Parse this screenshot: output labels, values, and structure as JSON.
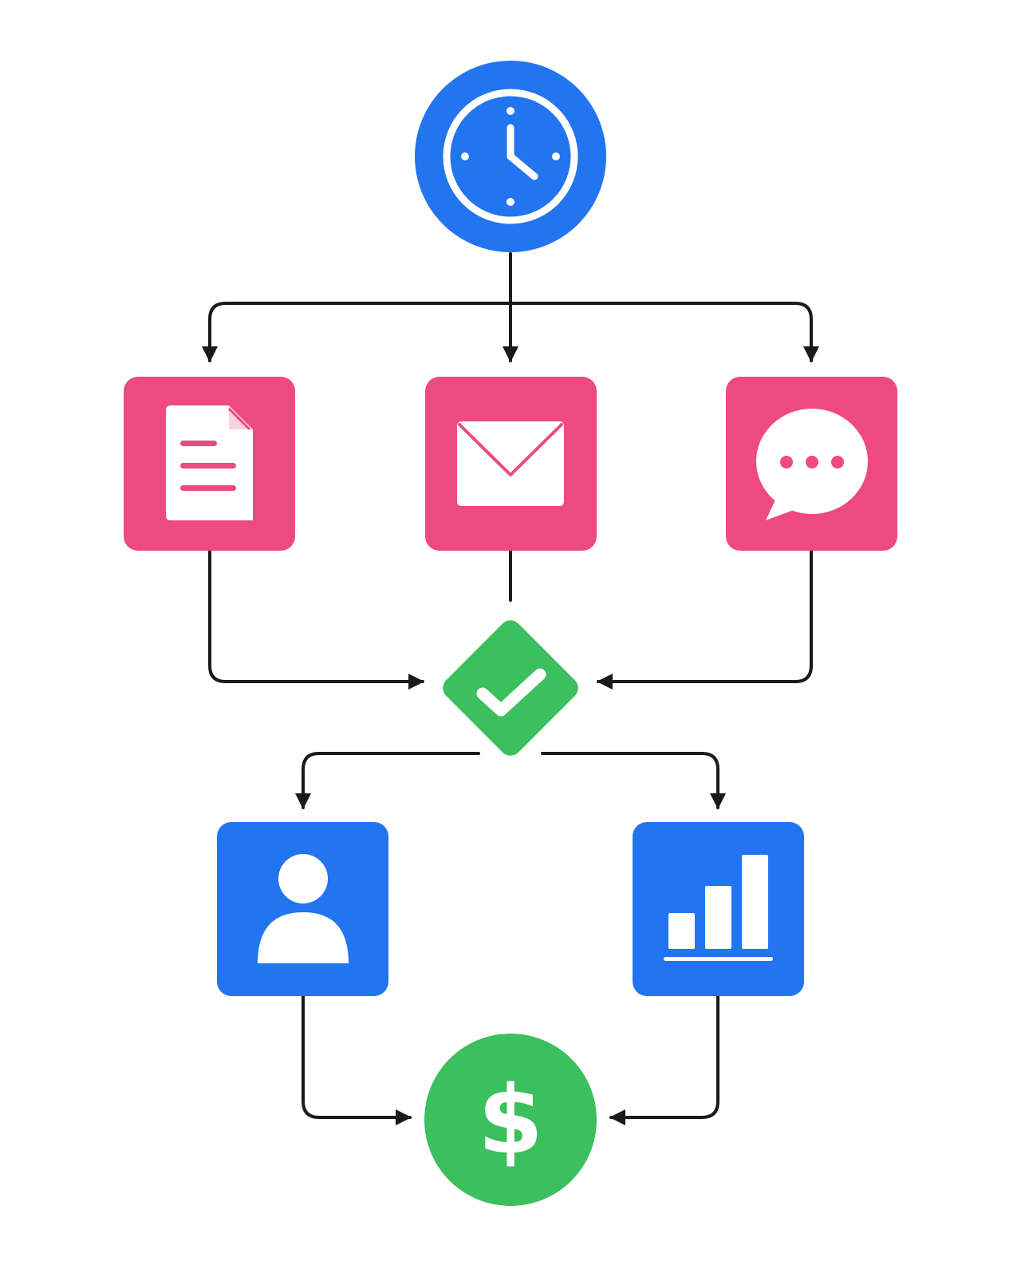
{
  "colors": {
    "background": "#ffffff",
    "connector": "#1a1a1a",
    "blue": "#2274ef",
    "pink": "#ec4a80",
    "green": "#3cbf5d",
    "icon_fill": "#ffffff"
  },
  "nodes": [
    {
      "id": "clock",
      "shape": "circle",
      "color": "blue",
      "icon": "clock-icon"
    },
    {
      "id": "document",
      "shape": "rounded-square",
      "color": "pink",
      "icon": "document-icon"
    },
    {
      "id": "email",
      "shape": "rounded-square",
      "color": "pink",
      "icon": "envelope-icon"
    },
    {
      "id": "chat",
      "shape": "rounded-square",
      "color": "pink",
      "icon": "chat-bubble-icon"
    },
    {
      "id": "approve",
      "shape": "diamond",
      "color": "green",
      "icon": "checkmark-icon"
    },
    {
      "id": "user",
      "shape": "rounded-square",
      "color": "blue",
      "icon": "user-icon"
    },
    {
      "id": "analytics",
      "shape": "rounded-square",
      "color": "blue",
      "icon": "bar-chart-icon"
    },
    {
      "id": "payment",
      "shape": "circle",
      "color": "green",
      "icon": "dollar-icon"
    }
  ],
  "edges": [
    {
      "from": "clock",
      "to": "document"
    },
    {
      "from": "clock",
      "to": "email"
    },
    {
      "from": "clock",
      "to": "chat"
    },
    {
      "from": "document",
      "to": "approve"
    },
    {
      "from": "email",
      "to": "approve"
    },
    {
      "from": "chat",
      "to": "approve"
    },
    {
      "from": "approve",
      "to": "user"
    },
    {
      "from": "approve",
      "to": "analytics"
    },
    {
      "from": "user",
      "to": "payment"
    },
    {
      "from": "analytics",
      "to": "payment"
    }
  ],
  "dollar_symbol": "$"
}
